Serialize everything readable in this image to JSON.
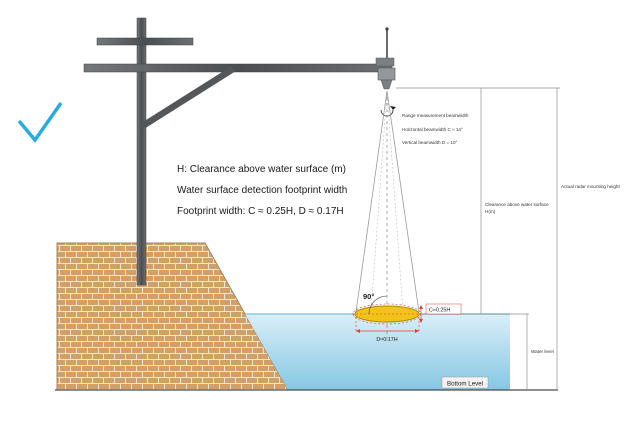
{
  "annotations": {
    "main": {
      "line1": "H: Clearance above water surface (m)",
      "line2": "Water surface detection footprint width",
      "line3": "Footprint width: C ≈ 0.25H, D ≈ 0.17H"
    },
    "beam_notes": {
      "line1": "Range measurement beamwidth",
      "line2": "Horizontal beamwidth C ≈ 14°",
      "line3": "Vertical beamwidth D = 10°"
    },
    "dimensions": {
      "clearance_line1": "Clearance above water surface",
      "clearance_line2": "H(m)",
      "mounting_height": "Actual radar mounting height",
      "water_level": "Water level",
      "bottom_level": "Bottom Level",
      "angle": "90°",
      "footprint_c": "C≈0.25H",
      "footprint_d": "D≈0.17H"
    }
  },
  "colors": {
    "checkmark": "#29abe2",
    "mast": "#5c5f62",
    "mast_dark": "#45484b",
    "brick": "#d2a067",
    "mortar": "#f2e7d2",
    "water_top": "#d8eef8",
    "water_bottom": "#7fc4e2",
    "footprint": "#f2c318",
    "footprint_rim": "#b08900",
    "dimension_red": "#e03c31",
    "line_gray": "#999999"
  }
}
